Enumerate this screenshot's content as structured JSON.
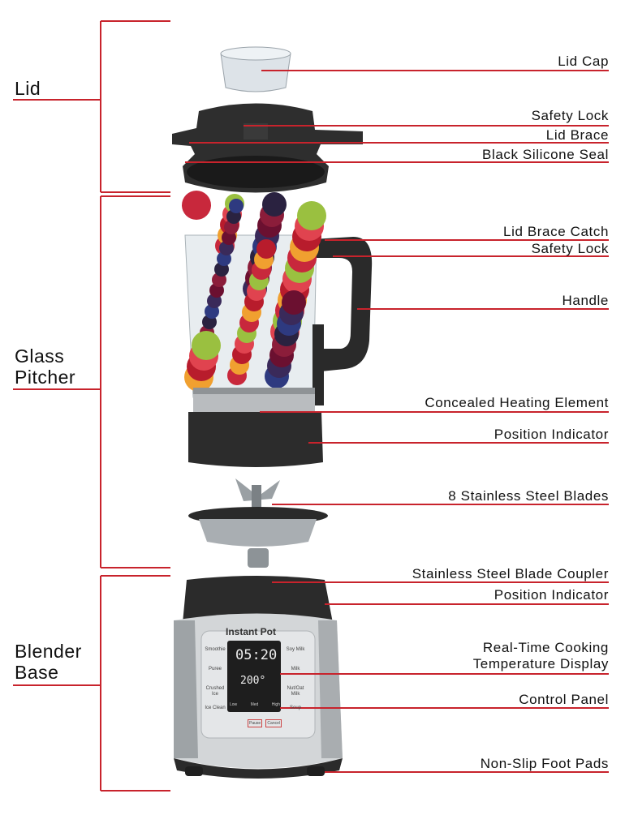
{
  "colors": {
    "leader_line": "#c8232c",
    "text": "#111111",
    "body_dark": "#2b2b2b",
    "steel": "#c9cbcd"
  },
  "groups": [
    {
      "label": "Lid"
    },
    {
      "label": "Glass\nPitcher"
    },
    {
      "label": "Blender\nBase"
    }
  ],
  "callouts": [
    {
      "label": "Lid Cap"
    },
    {
      "label": "Safety Lock"
    },
    {
      "label": "Lid Brace"
    },
    {
      "label": "Black Silicone Seal"
    },
    {
      "label": "Lid Brace Catch"
    },
    {
      "label": "Safety Lock"
    },
    {
      "label": "Handle"
    },
    {
      "label": "Concealed Heating Element"
    },
    {
      "label": "Position Indicator"
    },
    {
      "label": "8 Stainless Steel Blades"
    },
    {
      "label": "Stainless Steel Blade Coupler"
    },
    {
      "label": "Position Indicator"
    },
    {
      "label": "Real-Time Cooking\nTemperature Display"
    },
    {
      "label": "Control Panel"
    },
    {
      "label": "Non-Slip Foot Pads"
    }
  ],
  "control_panel": {
    "brand": "Instant Pot",
    "time_display": "05:20",
    "temp_display": "200°",
    "left_buttons": [
      "Smoothie",
      "Puree",
      "Crushed Ice",
      "Ice Clean"
    ],
    "right_buttons": [
      "Soy Milk",
      "Milk",
      "Nut/Oat Milk",
      "Soup"
    ],
    "speed_labels": [
      "Low",
      "Med",
      "High"
    ],
    "bottom_buttons": [
      "Pause",
      "Cancel"
    ]
  }
}
